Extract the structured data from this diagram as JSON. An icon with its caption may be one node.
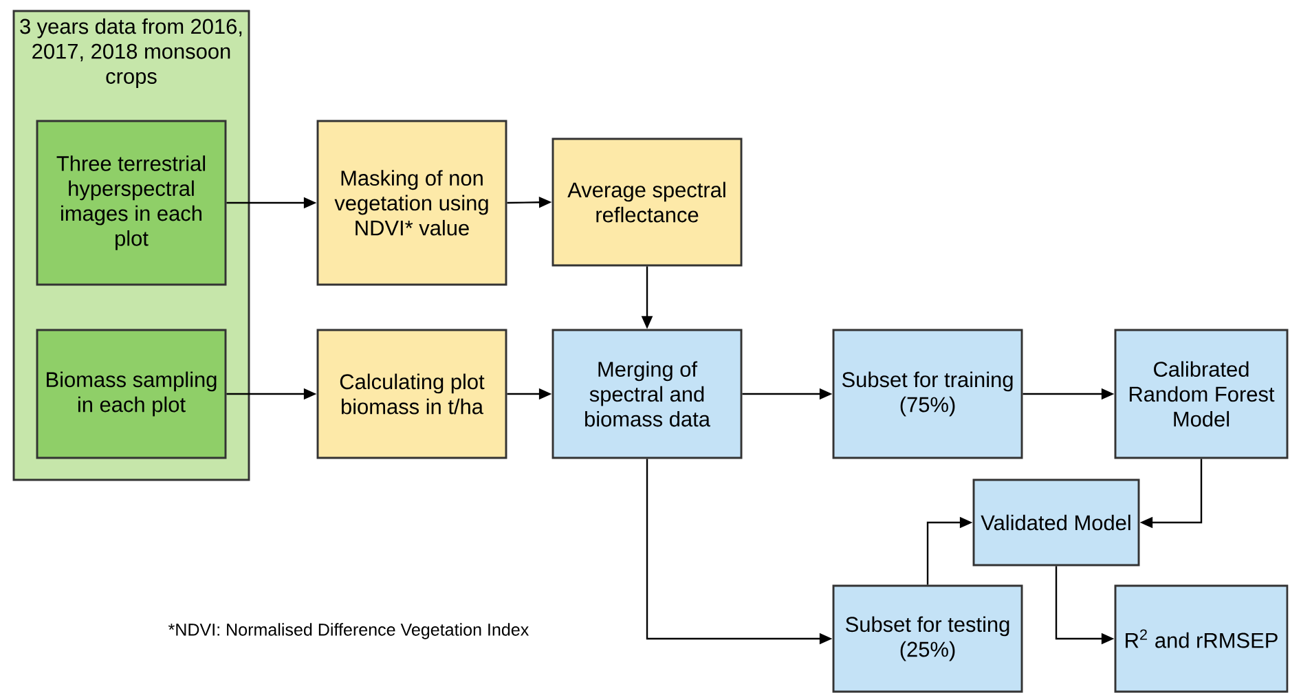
{
  "diagram": {
    "nodes": [
      {
        "text": [
          "3 years data from 2016, 2017, 2018 monsoon crops"
        ]
      },
      {
        "text": [
          "Three terrestrial hyperspectral images in each plot"
        ],
        "in": 0
      },
      {
        "text": [
          "Biomass sampling in each plot"
        ],
        "in": 0
      },
      {
        "text": [
          "Masking of non vegetation using NDVI* value"
        ]
      },
      {
        "text": [
          "Average spectral reflectance"
        ]
      },
      {
        "text": [
          "Calculating plot biomass in t/ha"
        ]
      },
      {
        "text": [
          "Merging of spectral and biomass data"
        ]
      },
      {
        "text": [
          "Subset for training (75%)"
        ]
      },
      {
        "text": [
          "Calibrated Random Forest Model"
        ]
      },
      {
        "text": [
          "Validated Model"
        ]
      },
      {
        "text": [
          "Subset for testing (25%)"
        ]
      },
      {
        "text": [
          "R$^{2}$ and rRMSEP"
        ]
      }
    ],
    "edges": [
      {
        "from": 1,
        "to": 3,
        "arrow": "to"
      },
      {
        "from": 3,
        "to": 4,
        "arrow": "to"
      },
      {
        "from": 4,
        "to": 6,
        "arrow": "to"
      },
      {
        "from": 2,
        "to": 5,
        "arrow": "to"
      },
      {
        "from": 5,
        "to": 6,
        "arrow": "to"
      },
      {
        "from": 6,
        "to": 7,
        "arrow": "to"
      },
      {
        "from": 7,
        "to": 8,
        "arrow": "to"
      },
      {
        "from": 8,
        "to": 9,
        "arrow": "to"
      },
      {
        "from": 6,
        "to": 10,
        "arrow": "to"
      },
      {
        "from": 10,
        "to": 9,
        "arrow": "to"
      },
      {
        "from": 9,
        "to": 11,
        "arrow": "to"
      }
    ],
    "labels": [
      "*NDVI: Normalised Difference Vegetation Index"
    ]
  }
}
